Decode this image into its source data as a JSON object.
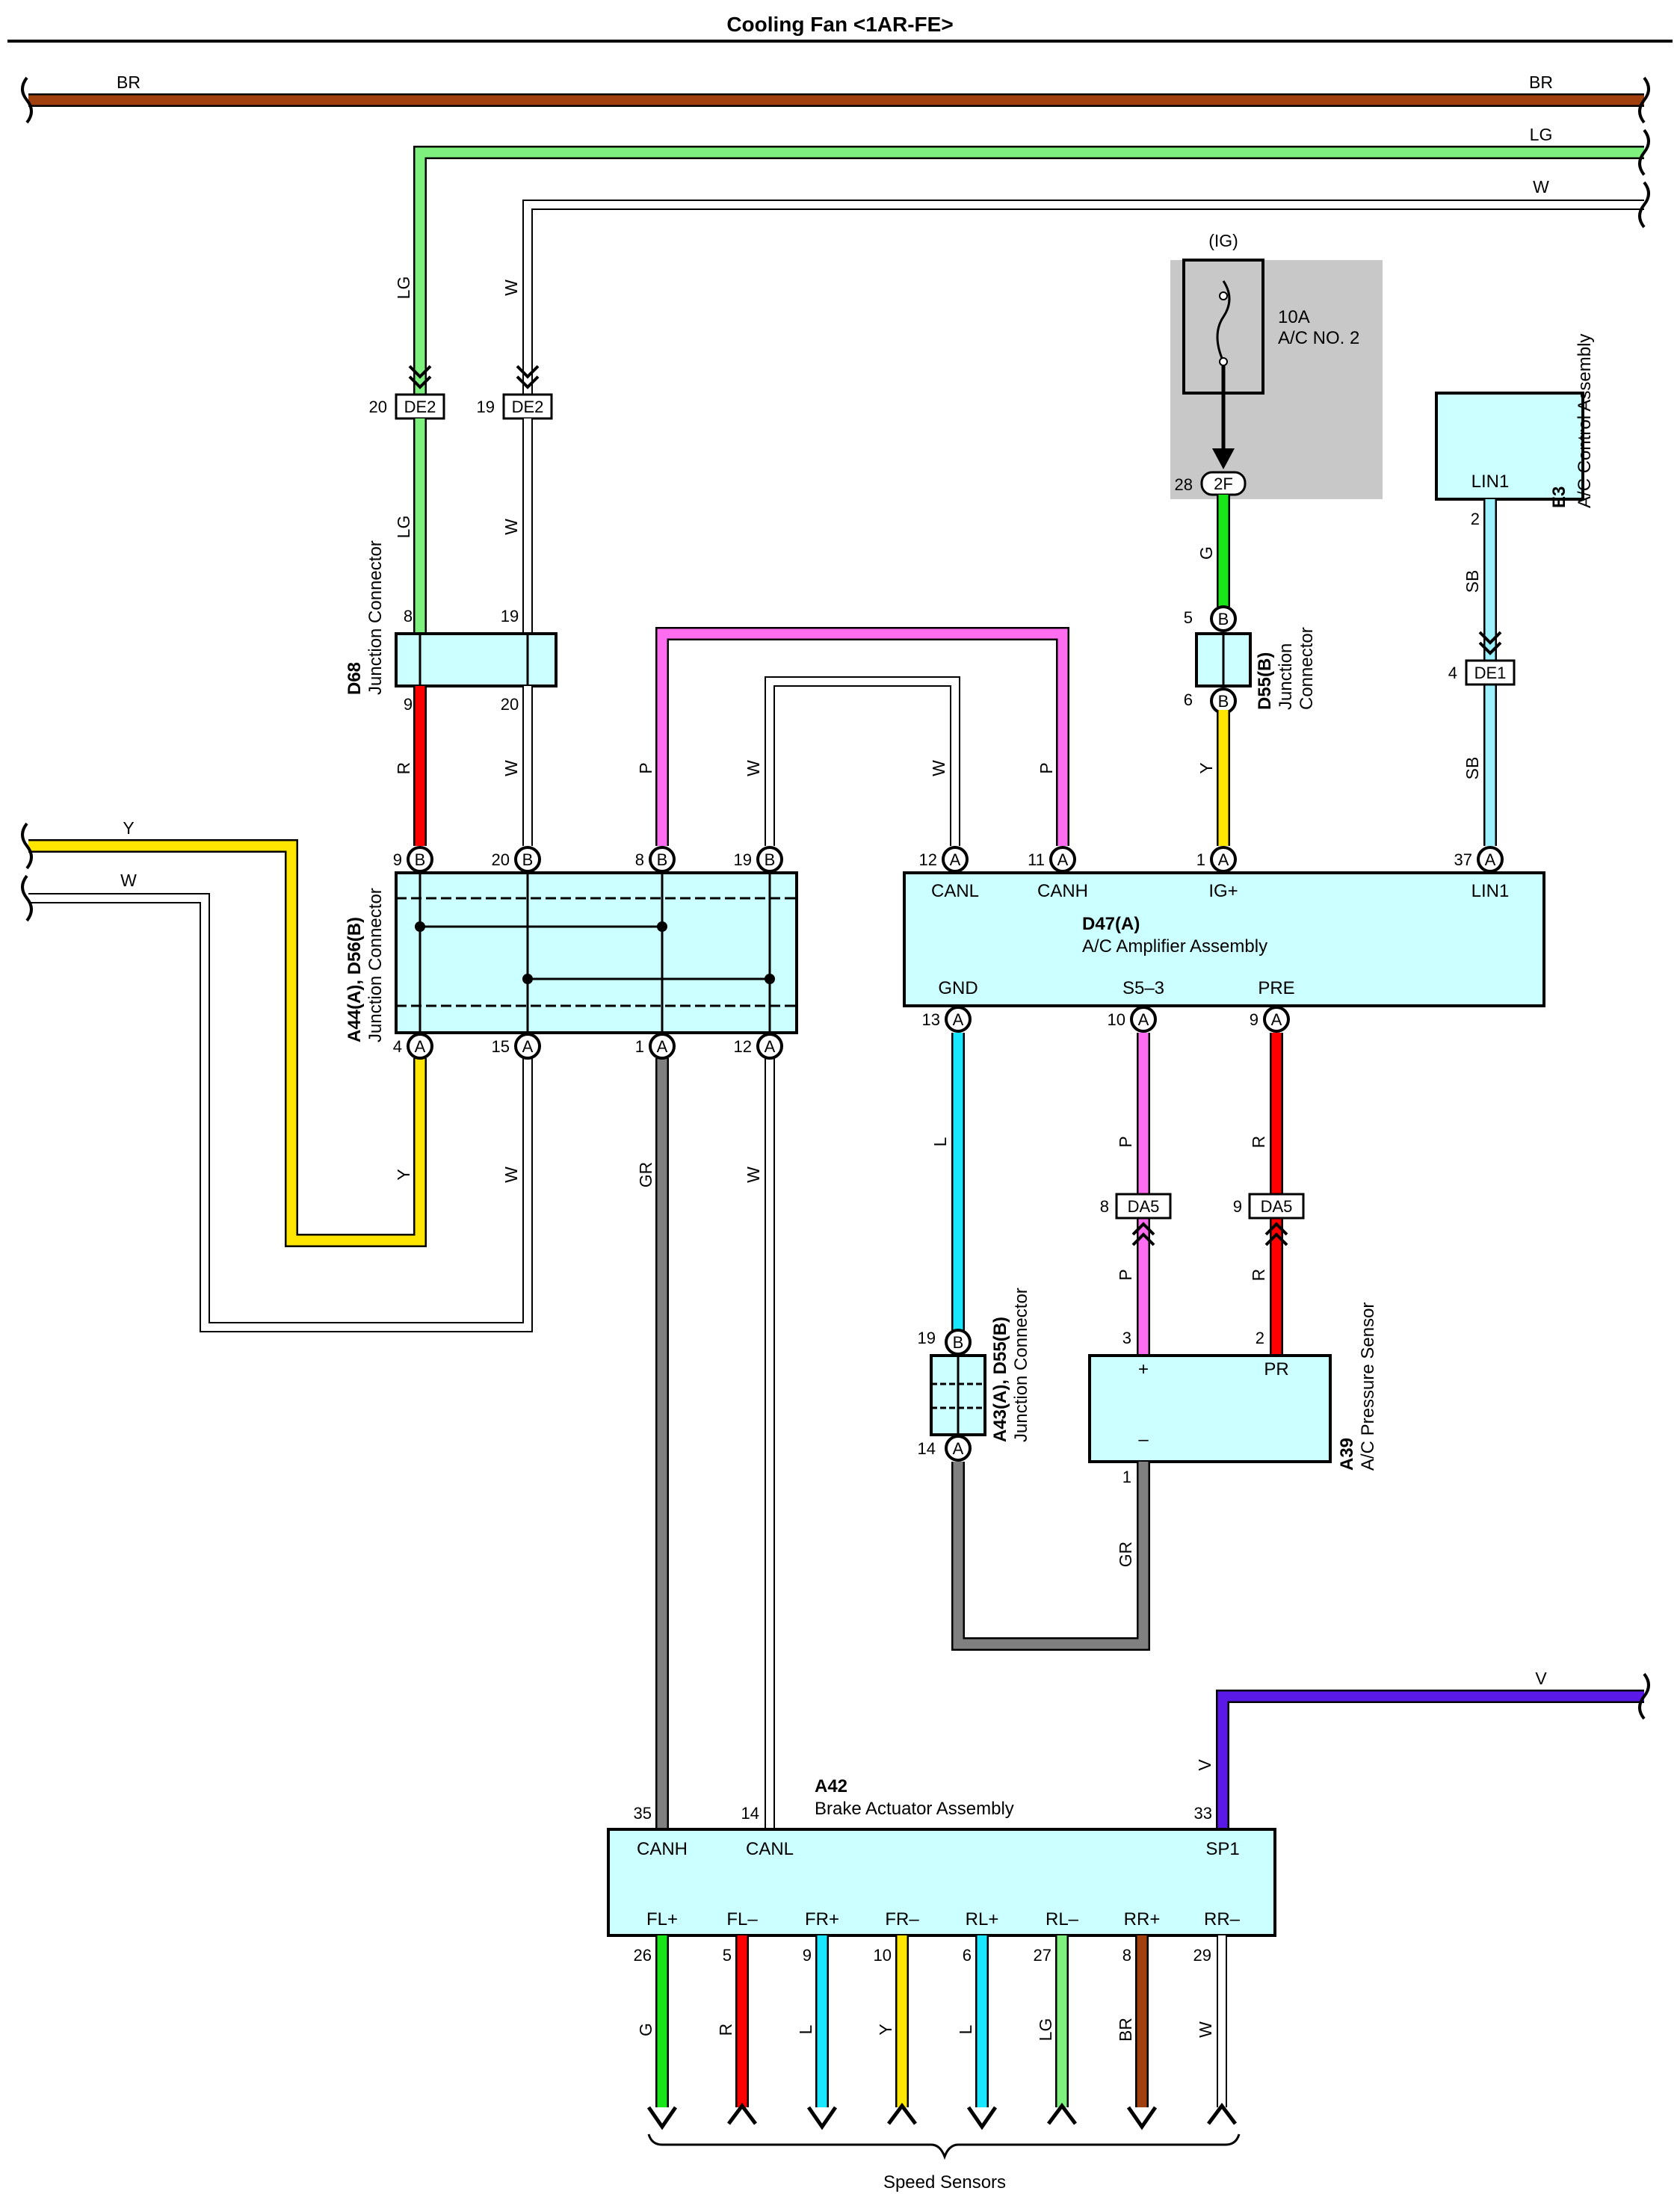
{
  "title": "Cooling Fan <1AR-FE>",
  "wires": {
    "BR": "BR",
    "LG": "LG",
    "W": "W",
    "Y": "Y",
    "R": "R",
    "P": "P",
    "G": "G",
    "SB": "SB",
    "GR": "GR",
    "L": "L",
    "V": "V"
  },
  "colors": {
    "BR": "#a0400f",
    "LG": "#7ef07e",
    "W": "#ffffff",
    "Y": "#ffe600",
    "R": "#ff0000",
    "P": "#ff6ef0",
    "G": "#19e619",
    "SB": "#9ef2ff",
    "GR": "#808080",
    "L": "#19e6ff",
    "V": "#5a19e6",
    "box": "#ccffff",
    "fusebox": "#c8c8c8"
  },
  "fuse": {
    "source": "(IG)",
    "rating": "10A",
    "name": "A/C NO. 2",
    "connector": "2F",
    "pin": "28"
  },
  "components": {
    "d68": {
      "id": "D68",
      "name": "Junction Connector",
      "pins": [
        "8",
        "19",
        "9",
        "20"
      ]
    },
    "d55b": {
      "id": "D55(B)",
      "name_l1": "Junction",
      "name_l2": "Connector",
      "pins": [
        "5",
        "6"
      ],
      "code": "B"
    },
    "e3": {
      "id": "E3",
      "name": "A/C Control Assembly",
      "term": "LIN1",
      "pin": "2"
    },
    "a44": {
      "id": "A44(A), D56(B)",
      "name": "Junction Connector",
      "top_pins": [
        "9",
        "20",
        "8",
        "19"
      ],
      "bottom_pins": [
        "4",
        "15",
        "1",
        "12"
      ]
    },
    "d47": {
      "id": "D47(A)",
      "name": "A/C Amplifier Assembly",
      "top_pins": [
        "12",
        "11",
        "1",
        "37"
      ],
      "top_terms": [
        "CANL",
        "CANH",
        "IG+",
        "LIN1"
      ],
      "bottom_pins": [
        "13",
        "10",
        "9"
      ],
      "bottom_terms": [
        "GND",
        "S5–3",
        "PRE"
      ]
    },
    "a43": {
      "id": "A43(A), D55(B)",
      "name": "Junction Connector",
      "pins": [
        "19",
        "14"
      ]
    },
    "a39": {
      "id": "A39",
      "name": "A/C Pressure Sensor",
      "pins": [
        "3",
        "2",
        "1"
      ],
      "terms": [
        "+",
        "PR",
        "–"
      ]
    },
    "a42": {
      "id": "A42",
      "name": "Brake Actuator Assembly",
      "top_pins": [
        "35",
        "14",
        "33"
      ],
      "top_terms": [
        "CANH",
        "CANL",
        "SP1"
      ],
      "bottom_terms": [
        "FL+",
        "FL–",
        "FR+",
        "FR–",
        "RL+",
        "RL–",
        "RR+",
        "RR–"
      ],
      "bottom_pins": [
        "26",
        "5",
        "9",
        "10",
        "6",
        "27",
        "8",
        "29"
      ],
      "bottom_wires": [
        "G",
        "R",
        "L",
        "Y",
        "L",
        "LG",
        "BR",
        "W"
      ]
    }
  },
  "inline_connectors": {
    "de2_a": {
      "code": "DE2",
      "pin": "20"
    },
    "de2_b": {
      "code": "DE2",
      "pin": "19"
    },
    "de1": {
      "code": "DE1",
      "pin": "4"
    },
    "da5_a": {
      "code": "DA5",
      "pin": "8"
    },
    "da5_b": {
      "code": "DA5",
      "pin": "9"
    }
  },
  "speed_sensors": "Speed Sensors",
  "conn_codes": {
    "A": "A",
    "B": "B"
  }
}
